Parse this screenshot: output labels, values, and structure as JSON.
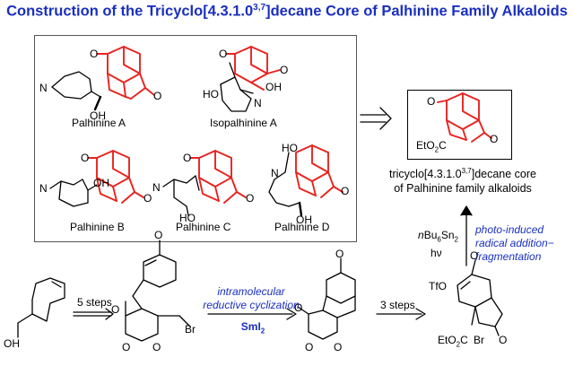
{
  "title": {
    "prefix": "Construction of the Tricyclo[4.3.1.0",
    "sup": "3,7",
    "suffix": "]decane Core of Palhinine Family Alkaloids"
  },
  "compounds": {
    "palhinine_a": "Palhinine A",
    "isopalhinine_a": "Isopalhinine A",
    "palhinine_b": "Palhinine B",
    "palhinine_c": "Palhinine C",
    "palhinine_d": "Palhinine D"
  },
  "target": {
    "line1_prefix": "tricyclo[4.3.1.0",
    "line1_sup": "3,7",
    "line1_suffix": "]decane core",
    "line2": "of Palhinine family alkaloids",
    "ester": "EtO",
    "ester_sub": "2",
    "ester_c": "C"
  },
  "atoms": {
    "O": "O",
    "OH": "OH",
    "HO": "HO",
    "N": "N",
    "Br": "Br",
    "TfO": "TfO"
  },
  "steps": {
    "step1": "5 steps",
    "step2_line1": "intramolecular",
    "step2_line2": "reductive cyclization",
    "step2_reagent": "SmI",
    "step2_reagent_sub": "2",
    "step3": "3 steps",
    "step4_reagent_prefix": "n",
    "step4_reagent_mid": "Bu",
    "step4_reagent_sub1": "6",
    "step4_reagent_sn": "Sn",
    "step4_reagent_sub2": "2",
    "step4_hv": "hν",
    "step4_line1": "photo-induced",
    "step4_line2": "radical addition−",
    "step4_line3": "fragmentation"
  },
  "colors": {
    "title": "#1a2fbf",
    "core_highlight": "#e8231f",
    "annotation": "#1a2fbf"
  }
}
